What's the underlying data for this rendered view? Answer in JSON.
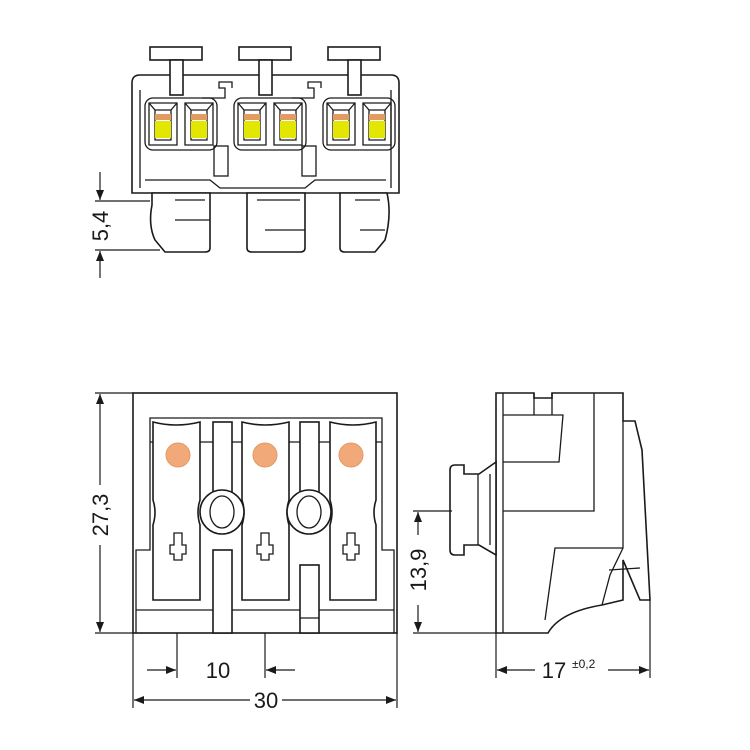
{
  "colors": {
    "line": "#1a1a1a",
    "contact": "#e3e600",
    "stripe": "#e39a63",
    "marker": "#f2a97a"
  },
  "dimensions": {
    "top_offset": "5,4",
    "height": "27,3",
    "pitch": "10",
    "width": "30",
    "mount_height": "13,9",
    "depth": "17",
    "depth_tolerance": "±0,2"
  }
}
